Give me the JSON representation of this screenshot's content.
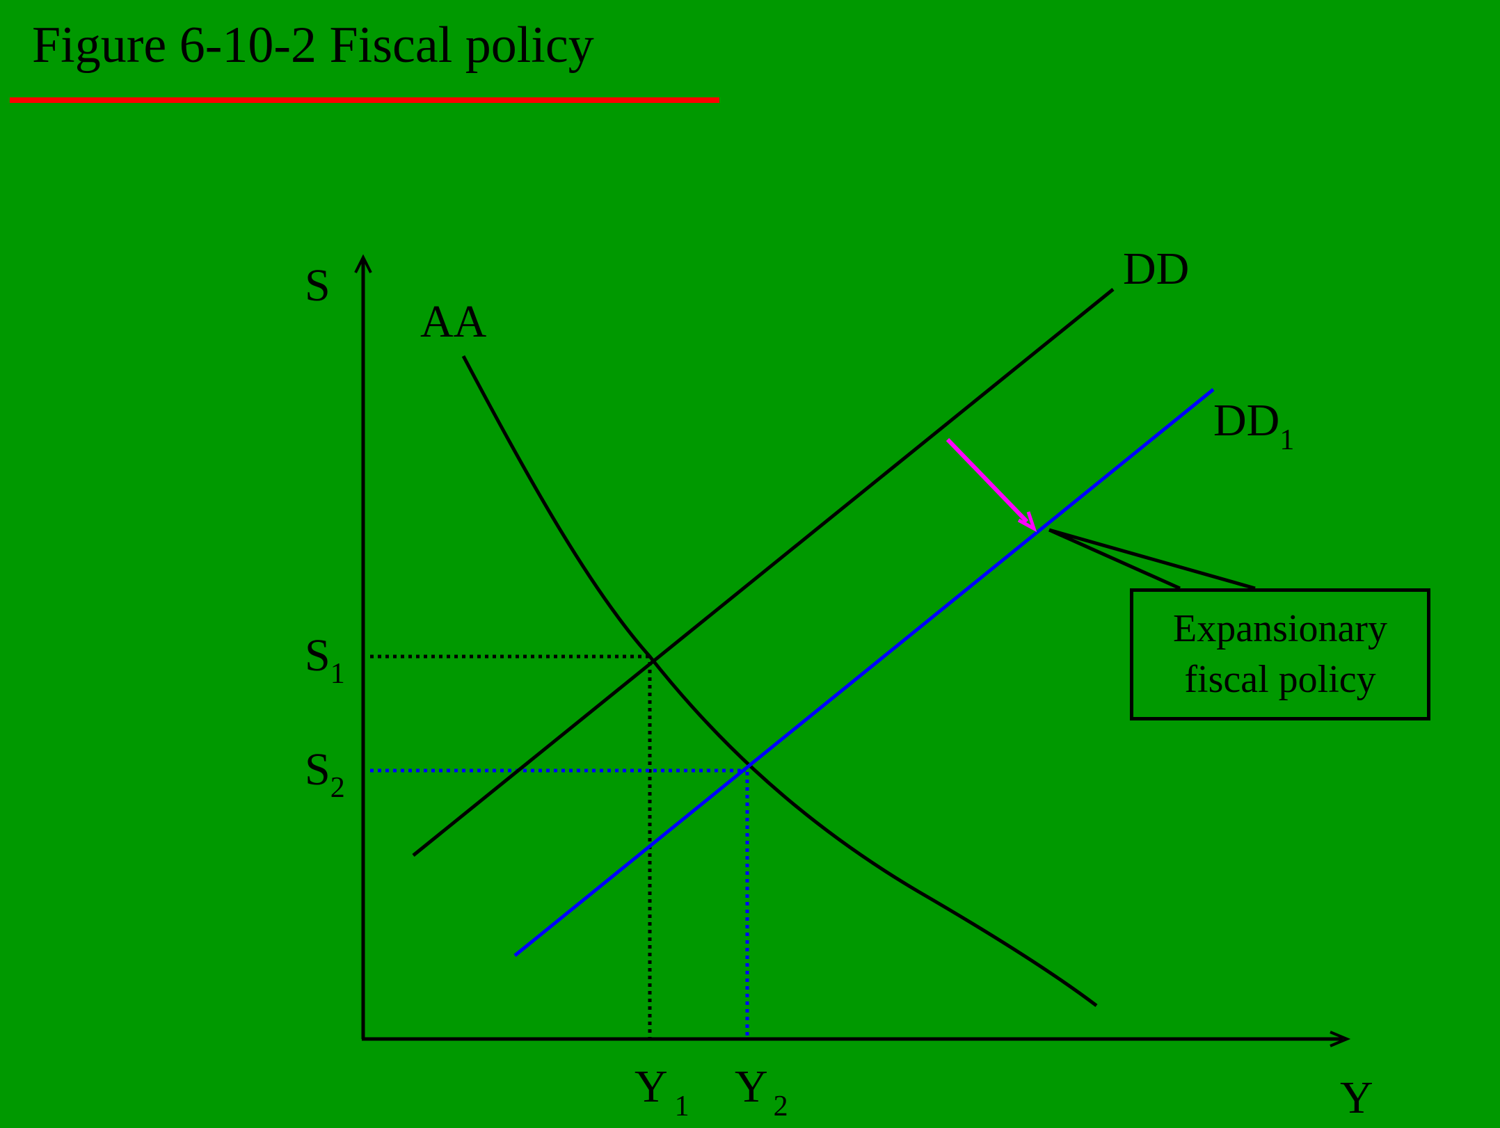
{
  "title": "Figure 6-10-2 Fiscal policy",
  "colors": {
    "background": "#009900",
    "title_underline": "#ff0000",
    "dd_curve": "#000000",
    "dd1_curve": "#0000ff",
    "aa_curve": "#000000",
    "shift_arrow": "#ff00ff"
  },
  "axes": {
    "y_label": "S",
    "x_label": "Y"
  },
  "curves": {
    "aa": {
      "label": "AA"
    },
    "dd": {
      "label": "DD"
    },
    "dd1": {
      "label_base": "DD",
      "label_sub": "1"
    }
  },
  "equilibria": {
    "s1": {
      "base": "S",
      "sub": "1"
    },
    "s2": {
      "base": "S",
      "sub": "2"
    },
    "y1": {
      "base": "Y",
      "sub": "1"
    },
    "y2": {
      "base": "Y",
      "sub": "2"
    }
  },
  "callout": {
    "line1": "Expansionary",
    "line2": "fiscal policy"
  },
  "shift_arrow_icon": "arrow-down-right-icon"
}
